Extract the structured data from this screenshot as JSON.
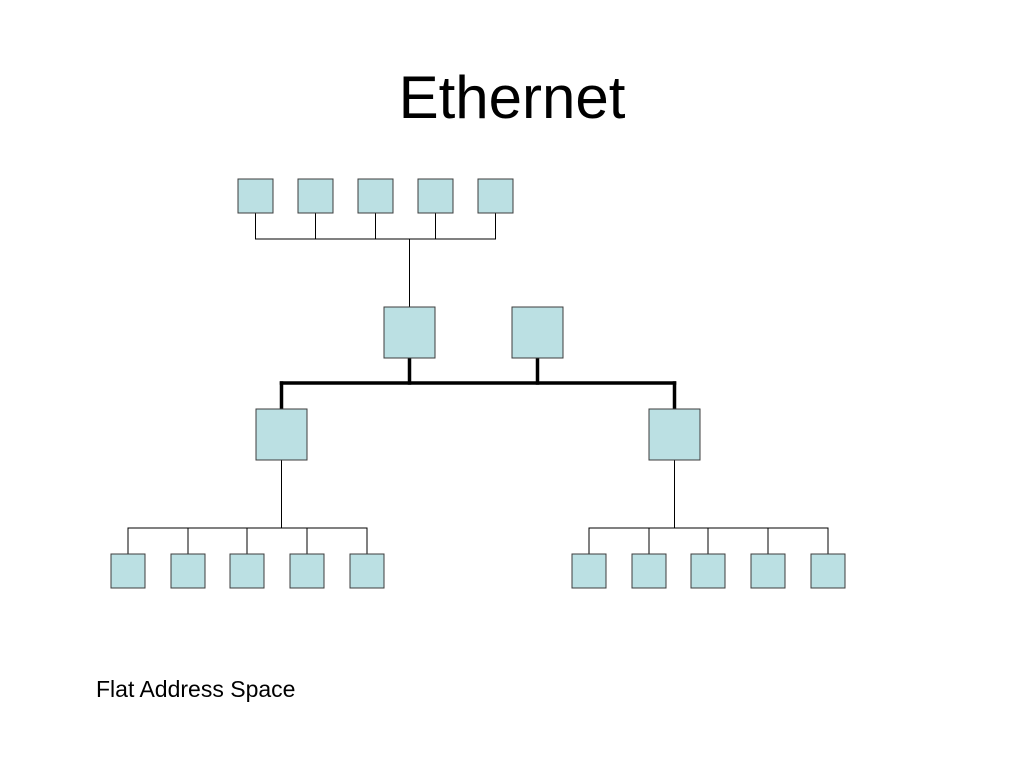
{
  "slide": {
    "title": "Ethernet",
    "caption": "Flat Address Space"
  },
  "colors": {
    "node_fill": "#bbe0e3",
    "node_stroke": "#3d3d3d",
    "line": "#000000",
    "background": "#ffffff"
  },
  "diagram": {
    "type": "network-topology",
    "backbone": "thick shared segment",
    "nodes": [
      {
        "id": "top-host-1",
        "kind": "host",
        "group": "top"
      },
      {
        "id": "top-host-2",
        "kind": "host",
        "group": "top"
      },
      {
        "id": "top-host-3",
        "kind": "host",
        "group": "top"
      },
      {
        "id": "top-host-4",
        "kind": "host",
        "group": "top"
      },
      {
        "id": "top-host-5",
        "kind": "host",
        "group": "top"
      },
      {
        "id": "hub-top-left",
        "kind": "device"
      },
      {
        "id": "hub-top-right",
        "kind": "device"
      },
      {
        "id": "hub-left",
        "kind": "device"
      },
      {
        "id": "hub-right",
        "kind": "device"
      },
      {
        "id": "left-host-1",
        "kind": "host",
        "group": "left"
      },
      {
        "id": "left-host-2",
        "kind": "host",
        "group": "left"
      },
      {
        "id": "left-host-3",
        "kind": "host",
        "group": "left"
      },
      {
        "id": "left-host-4",
        "kind": "host",
        "group": "left"
      },
      {
        "id": "left-host-5",
        "kind": "host",
        "group": "left"
      },
      {
        "id": "right-host-1",
        "kind": "host",
        "group": "right"
      },
      {
        "id": "right-host-2",
        "kind": "host",
        "group": "right"
      },
      {
        "id": "right-host-3",
        "kind": "host",
        "group": "right"
      },
      {
        "id": "right-host-4",
        "kind": "host",
        "group": "right"
      },
      {
        "id": "right-host-5",
        "kind": "host",
        "group": "right"
      }
    ],
    "edges": [
      {
        "from": "top-host-1",
        "to": "hub-top-left"
      },
      {
        "from": "top-host-2",
        "to": "hub-top-left"
      },
      {
        "from": "top-host-3",
        "to": "hub-top-left"
      },
      {
        "from": "top-host-4",
        "to": "hub-top-left"
      },
      {
        "from": "top-host-5",
        "to": "hub-top-left"
      },
      {
        "from": "hub-top-left",
        "to": "backbone"
      },
      {
        "from": "hub-top-right",
        "to": "backbone"
      },
      {
        "from": "hub-left",
        "to": "backbone"
      },
      {
        "from": "hub-right",
        "to": "backbone"
      },
      {
        "from": "left-host-1",
        "to": "hub-left"
      },
      {
        "from": "left-host-2",
        "to": "hub-left"
      },
      {
        "from": "left-host-3",
        "to": "hub-left"
      },
      {
        "from": "left-host-4",
        "to": "hub-left"
      },
      {
        "from": "left-host-5",
        "to": "hub-left"
      },
      {
        "from": "right-host-1",
        "to": "hub-right"
      },
      {
        "from": "right-host-2",
        "to": "hub-right"
      },
      {
        "from": "right-host-3",
        "to": "hub-right"
      },
      {
        "from": "right-host-4",
        "to": "hub-right"
      },
      {
        "from": "right-host-5",
        "to": "hub-right"
      }
    ]
  }
}
